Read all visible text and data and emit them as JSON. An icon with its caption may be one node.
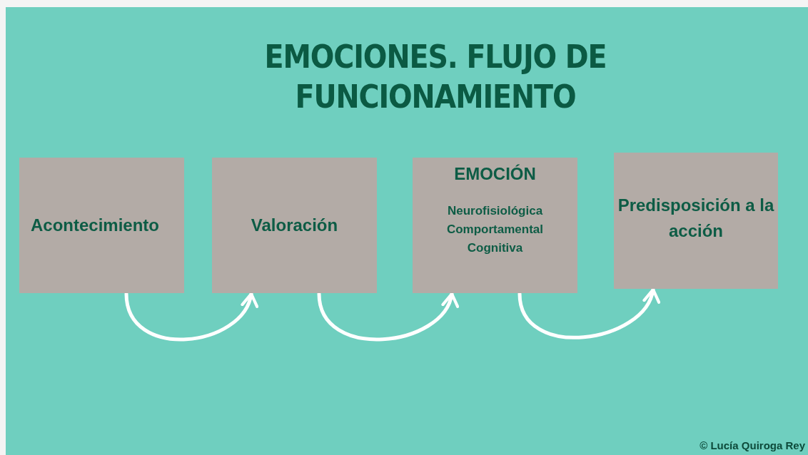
{
  "diagram": {
    "title": "EMOCIONES. FLUJO DE FUNCIONAMIENTO",
    "nodes": [
      {
        "text": [
          "Acontecimiento"
        ]
      },
      {
        "text": [
          "Valoración"
        ]
      },
      {
        "text": [
          "EMOCIÓN",
          "Neurofisiológica Comportamental Cognitiva"
        ]
      },
      {
        "text": [
          "Predisposición a la acción"
        ]
      }
    ],
    "edges": [
      {
        "from": 0,
        "to": 1,
        "arrow": "to"
      },
      {
        "from": 1,
        "to": 2,
        "arrow": "to"
      },
      {
        "from": 2,
        "to": 3,
        "arrow": "to"
      }
    ],
    "labels": [
      "© Lucía Quiroga Rey"
    ]
  }
}
